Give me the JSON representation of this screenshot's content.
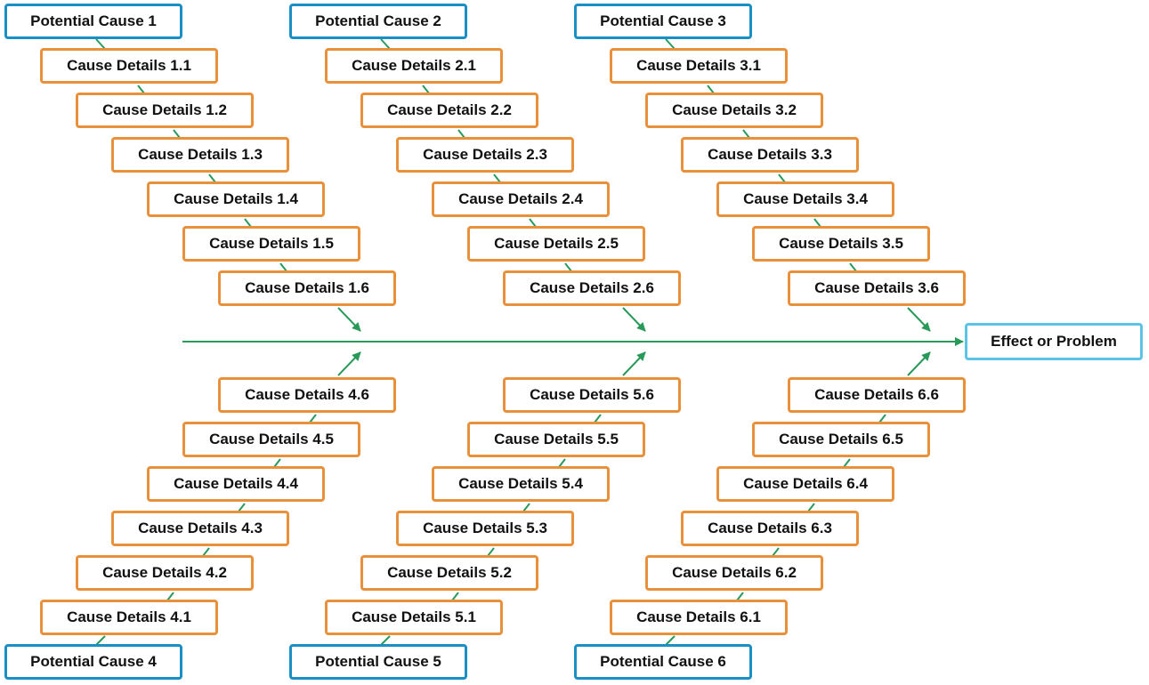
{
  "colors": {
    "detail_border": "#e8913a",
    "cause_border": "#1a8fc4",
    "effect_border": "#5bc3e6",
    "connector": "#2a9a5a"
  },
  "effect": "Effect or Problem",
  "causes": [
    "Potential Cause 1",
    "Potential Cause 2",
    "Potential Cause 3",
    "Potential Cause 4",
    "Potential Cause 5",
    "Potential Cause 6"
  ],
  "details": [
    [
      "Cause Details 1.1",
      "Cause Details 1.2",
      "Cause Details 1.3",
      "Cause Details 1.4",
      "Cause Details 1.5",
      "Cause Details 1.6"
    ],
    [
      "Cause Details 2.1",
      "Cause Details 2.2",
      "Cause Details 2.3",
      "Cause Details 2.4",
      "Cause Details 2.5",
      "Cause Details 2.6"
    ],
    [
      "Cause Details 3.1",
      "Cause Details 3.2",
      "Cause Details 3.3",
      "Cause Details 3.4",
      "Cause Details 3.5",
      "Cause Details 3.6"
    ],
    [
      "Cause Details 4.1",
      "Cause Details 4.2",
      "Cause Details 4.3",
      "Cause Details 4.4",
      "Cause Details 4.5",
      "Cause Details 4.6"
    ],
    [
      "Cause Details 5.1",
      "Cause Details 5.2",
      "Cause Details 5.3",
      "Cause Details 5.4",
      "Cause Details 5.5",
      "Cause Details 5.6"
    ],
    [
      "Cause Details 6.1",
      "Cause Details 6.2",
      "Cause Details 6.3",
      "Cause Details 6.4",
      "Cause Details 6.5",
      "Cause Details 6.6"
    ]
  ]
}
